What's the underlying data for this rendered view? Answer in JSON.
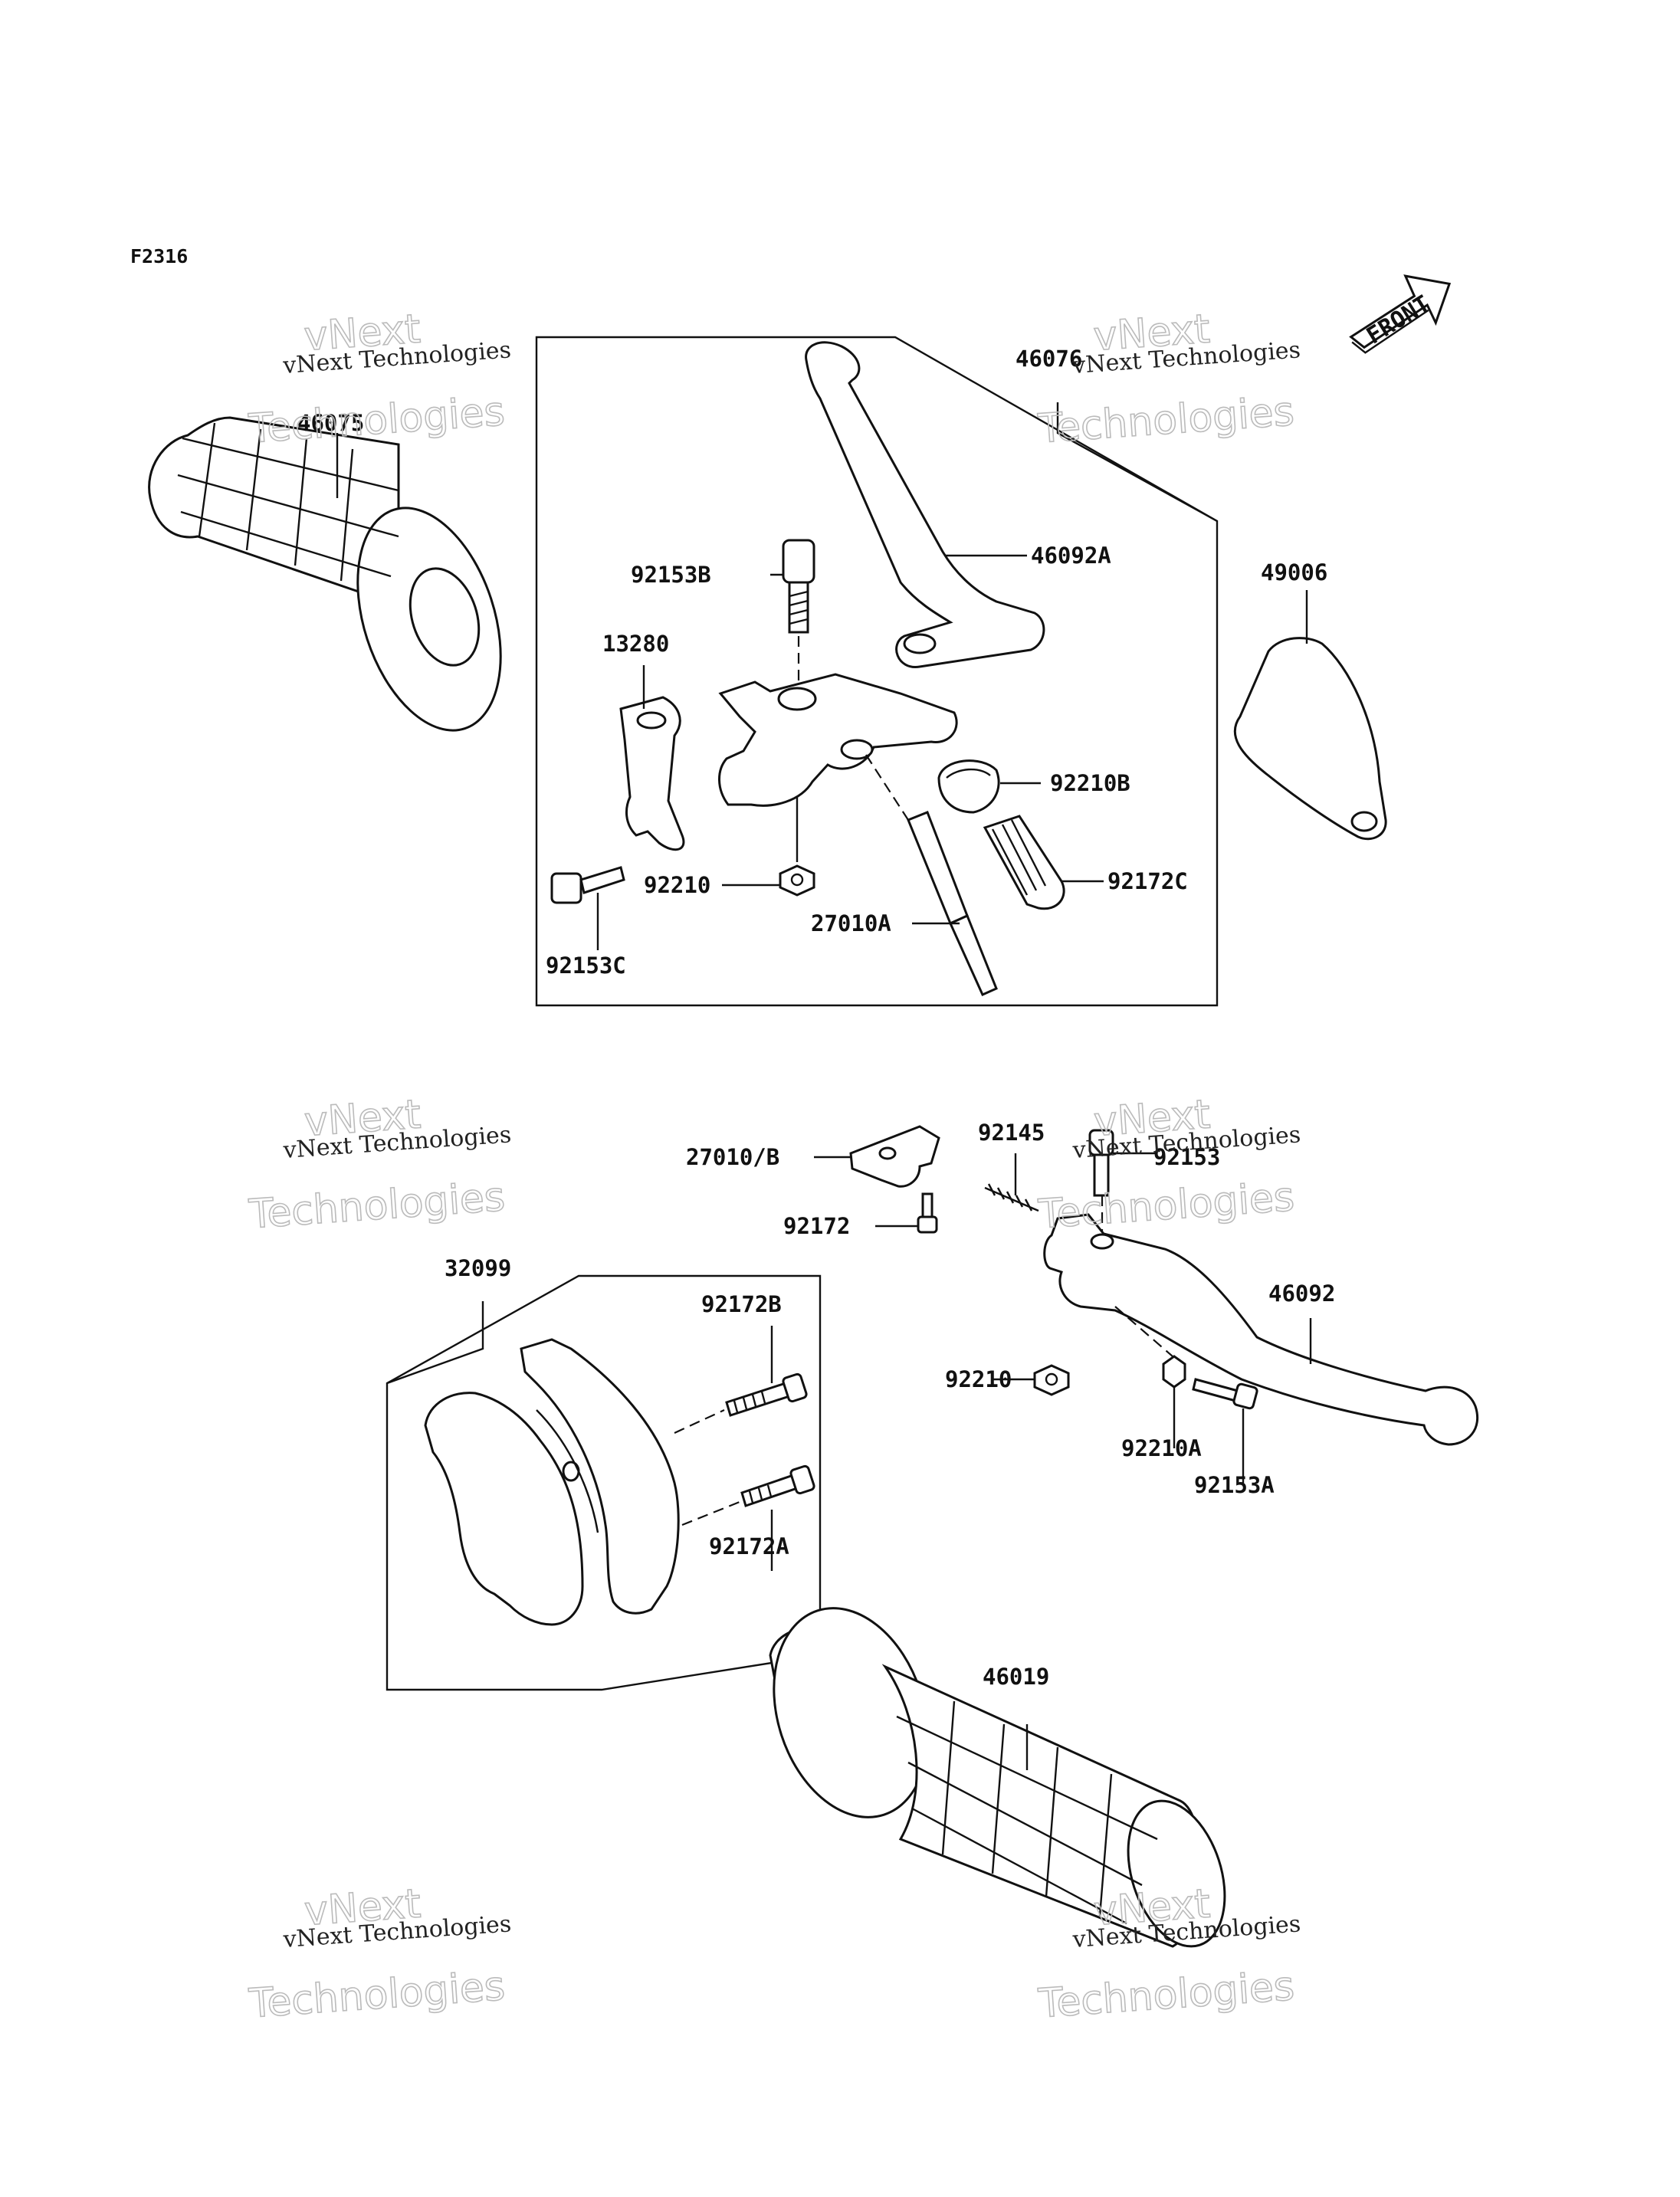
{
  "diagram": {
    "code": "F2316",
    "front_label": "FRONT",
    "watermark": {
      "line1": "vNext Technologies",
      "line2": "vNext",
      "line3": "Technologies"
    },
    "parts": [
      {
        "id": "46075",
        "label": "46075"
      },
      {
        "id": "46076",
        "label": "46076"
      },
      {
        "id": "46092A",
        "label": "46092A"
      },
      {
        "id": "92153B",
        "label": "92153B"
      },
      {
        "id": "13280",
        "label": "13280"
      },
      {
        "id": "49006",
        "label": "49006"
      },
      {
        "id": "92210B",
        "label": "92210B"
      },
      {
        "id": "92172C",
        "label": "92172C"
      },
      {
        "id": "92210-top",
        "label": "92210"
      },
      {
        "id": "27010A",
        "label": "27010A"
      },
      {
        "id": "92153C",
        "label": "92153C"
      },
      {
        "id": "27010B",
        "label": "27010/B"
      },
      {
        "id": "92145",
        "label": "92145"
      },
      {
        "id": "92153",
        "label": "92153"
      },
      {
        "id": "92172",
        "label": "92172"
      },
      {
        "id": "32099",
        "label": "32099"
      },
      {
        "id": "92172B",
        "label": "92172B"
      },
      {
        "id": "46092",
        "label": "46092"
      },
      {
        "id": "92210-bottom",
        "label": "92210"
      },
      {
        "id": "92210A",
        "label": "92210A"
      },
      {
        "id": "92153A",
        "label": "92153A"
      },
      {
        "id": "92172A",
        "label": "92172A"
      },
      {
        "id": "46019",
        "label": "46019"
      }
    ]
  }
}
